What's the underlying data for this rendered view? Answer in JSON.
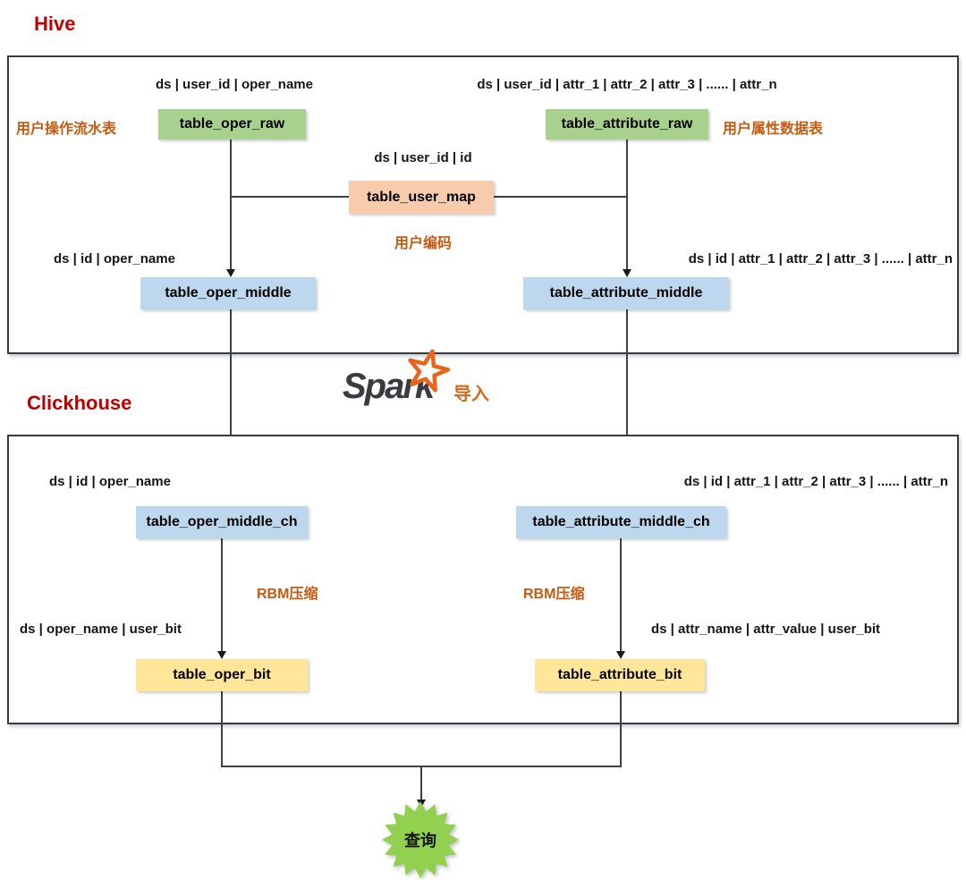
{
  "titles": {
    "hive": "Hive",
    "clickhouse": "Clickhouse"
  },
  "spark": {
    "brand": "Spark",
    "action": "导入"
  },
  "hive": {
    "oper_raw": {
      "schema": "ds | user_id | oper_name",
      "table": "table_oper_raw",
      "note": "用户操作流水表"
    },
    "attribute_raw": {
      "schema": "ds | user_id | attr_1 | attr_2 | attr_3 | ...... | attr_n",
      "table": "table_attribute_raw",
      "note": "用户属性数据表"
    },
    "user_map": {
      "schema": "ds | user_id | id",
      "table": "table_user_map",
      "note": "用户编码"
    },
    "oper_middle": {
      "schema": "ds | id | oper_name",
      "table": "table_oper_middle"
    },
    "attribute_middle": {
      "schema": "ds | id | attr_1 | attr_2 | attr_3 | ...... | attr_n",
      "table": "table_attribute_middle"
    }
  },
  "clickhouse": {
    "oper_middle_ch": {
      "schema": "ds | id | oper_name",
      "table": "table_oper_middle_ch",
      "process": "RBM压缩"
    },
    "attribute_middle_ch": {
      "schema": "ds | id | attr_1 | attr_2 | attr_3 | ...... | attr_n",
      "table": "table_attribute_middle_ch",
      "process": "RBM压缩"
    },
    "oper_bit": {
      "schema": "ds | oper_name | user_bit",
      "table": "table_oper_bit"
    },
    "attribute_bit": {
      "schema": "ds | attr_name | attr_value | user_bit",
      "table": "table_attribute_bit"
    }
  },
  "query": {
    "label": "查询"
  },
  "colors": {
    "title_red": "#C00000",
    "note_orange": "#C55A11",
    "raw_green": "#A9D18E",
    "map_peach": "#F8CBAD",
    "middle_blue": "#BDD7EE",
    "bit_yellow": "#FFE699",
    "query_green": "#92D050",
    "line": "#404040",
    "spark_gray": "#3C3A3E",
    "spark_star_orange": "#E8641B",
    "spark_action_orange": "#D2691E"
  }
}
